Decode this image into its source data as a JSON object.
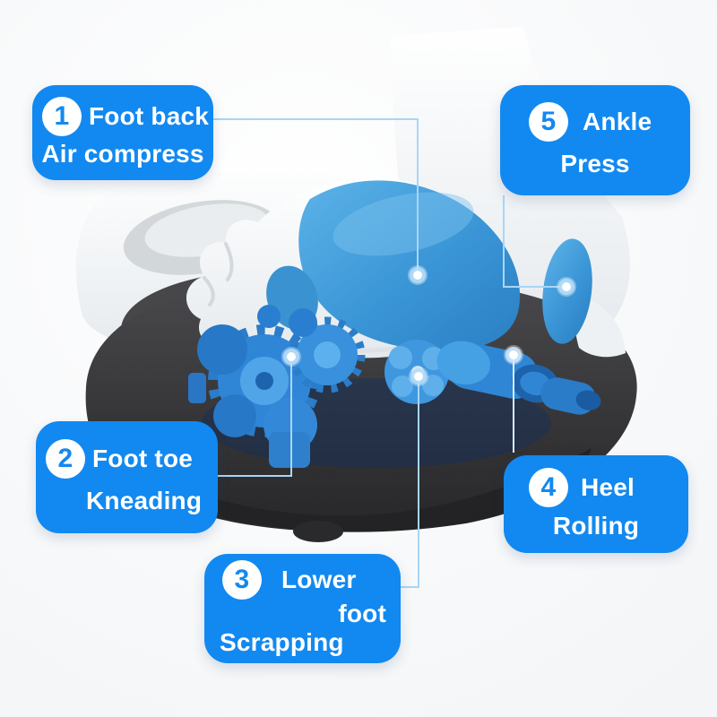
{
  "colors": {
    "accent_blue": "#1289f0",
    "callout_line_blue": "#a9d5f6",
    "pad_blue": "#3a95d6",
    "machine_blue": "#2f86d6",
    "base_dark": "#38383a",
    "label_text": "#ffffff"
  },
  "illustration": {
    "description": "Foot massager photo: white housing and dark base with exposed blue kneading gears and heel rollers; a foot on a blue air-compress pad with an ankle press pad"
  },
  "callouts": [
    {
      "number": "1",
      "lines": [
        "Foot back",
        "Air compress"
      ]
    },
    {
      "number": "2",
      "lines": [
        "Foot toe",
        "Kneading"
      ]
    },
    {
      "number": "3",
      "lines": [
        "Lower",
        "foot",
        "Scrapping"
      ]
    },
    {
      "number": "4",
      "lines": [
        "Heel",
        "Rolling"
      ]
    },
    {
      "number": "5",
      "lines": [
        "Ankle",
        "Press"
      ]
    }
  ]
}
